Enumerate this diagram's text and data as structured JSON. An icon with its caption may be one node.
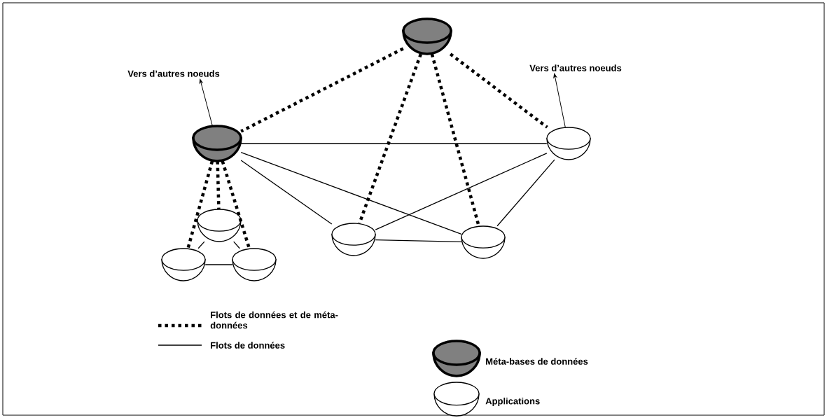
{
  "diagram": {
    "nodes": [
      {
        "text": [],
        "shape": "filled-bowl"
      },
      {
        "text": [
          "Vers d’autres noeuds"
        ]
      },
      {
        "text": [
          "Vers d’autres noeuds"
        ]
      },
      {
        "text": [],
        "shape": "filled-bowl"
      },
      {
        "text": [],
        "shape": "bowl"
      },
      {
        "text": [],
        "shape": "bowl"
      },
      {
        "text": [],
        "shape": "bowl"
      },
      {
        "text": [],
        "shape": "bowl"
      },
      {
        "text": [],
        "shape": "bowl"
      },
      {
        "text": [],
        "shape": "bowl"
      }
    ],
    "edges": [
      {
        "from": 0,
        "to": 3,
        "arrow": "none",
        "style": "dashed"
      },
      {
        "from": 0,
        "to": 4,
        "arrow": "none",
        "style": "dashed"
      },
      {
        "from": 0,
        "to": 8,
        "arrow": "none",
        "style": "dashed"
      },
      {
        "from": 0,
        "to": 9,
        "arrow": "none",
        "style": "dashed"
      },
      {
        "from": 3,
        "to": 5,
        "arrow": "none",
        "style": "dashed"
      },
      {
        "from": 3,
        "to": 6,
        "arrow": "none",
        "style": "dashed"
      },
      {
        "from": 3,
        "to": 7,
        "arrow": "none",
        "style": "dashed"
      },
      {
        "from": 3,
        "to": 4,
        "arrow": "none"
      },
      {
        "from": 3,
        "to": 8,
        "arrow": "none"
      },
      {
        "from": 3,
        "to": 9,
        "arrow": "none"
      },
      {
        "from": 4,
        "to": 8,
        "arrow": "none"
      },
      {
        "from": 4,
        "to": 9,
        "arrow": "none"
      },
      {
        "from": 8,
        "to": 9,
        "arrow": "none"
      },
      {
        "from": 5,
        "to": 6,
        "arrow": "none"
      },
      {
        "from": 5,
        "to": 7,
        "arrow": "none"
      },
      {
        "from": 6,
        "to": 7,
        "arrow": "none"
      },
      {
        "from": 3,
        "to": 1,
        "arrow": "to"
      },
      {
        "from": 4,
        "to": 2,
        "arrow": "to"
      }
    ],
    "legend": [
      {
        "text": "Flots de données et de méta-données"
      },
      {
        "text": "Flots de données"
      },
      {
        "text": "Méta-bases de données"
      },
      {
        "text": "Applications"
      }
    ]
  }
}
